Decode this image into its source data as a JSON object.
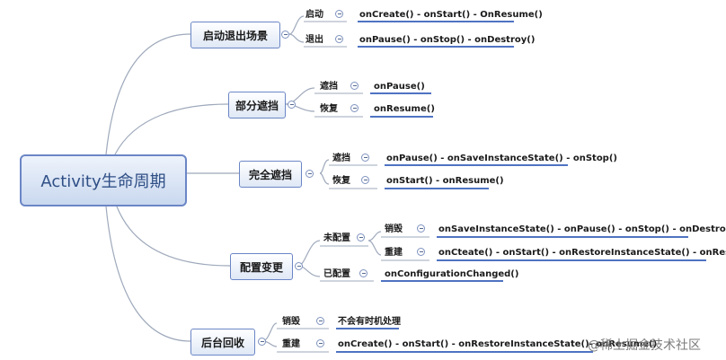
{
  "root": {
    "label": "Activity生命周期"
  },
  "branches": [
    {
      "id": "start-exit",
      "label": "启动退出场景",
      "children": [
        {
          "label": "启动",
          "leaf": "onCreate() - onStart() - OnResume()"
        },
        {
          "label": "退出",
          "leaf": "onPause() - onStop() - onDestroy()"
        }
      ]
    },
    {
      "id": "partial",
      "label": "部分遮挡",
      "children": [
        {
          "label": "遮挡",
          "leaf": "onPause()"
        },
        {
          "label": "恢复",
          "leaf": "onResume()"
        }
      ]
    },
    {
      "id": "full",
      "label": "完全遮挡",
      "children": [
        {
          "label": "遮挡",
          "leaf": "onPause() - onSaveInstanceState() - onStop()"
        },
        {
          "label": "恢复",
          "leaf": "onStart() - onResume()"
        }
      ]
    },
    {
      "id": "config",
      "label": "配置变更",
      "children": [
        {
          "label": "未配置",
          "children": [
            {
              "label": "销毁",
              "leaf": "onSaveInstanceState() - onPause() - onStop() - onDestroy()"
            },
            {
              "label": "重建",
              "leaf": "onCteate() - onStart()  - onRestoreInstanceState() - onResume()"
            }
          ]
        },
        {
          "label": "已配置",
          "leaf": "onConfigurationChanged()"
        }
      ]
    },
    {
      "id": "background",
      "label": "后台回收",
      "children": [
        {
          "label": "销毁",
          "leaf": "不会有时机处理"
        },
        {
          "label": "重建",
          "leaf": "onCreate() - onStart() - onRestoreInstanceState()- onResume()"
        }
      ]
    }
  ],
  "watermark": "@稀土掘金技术社区",
  "colors": {
    "line": "#9ea9bb",
    "accent": "#6b86c6",
    "underline": "#4f73c2"
  }
}
